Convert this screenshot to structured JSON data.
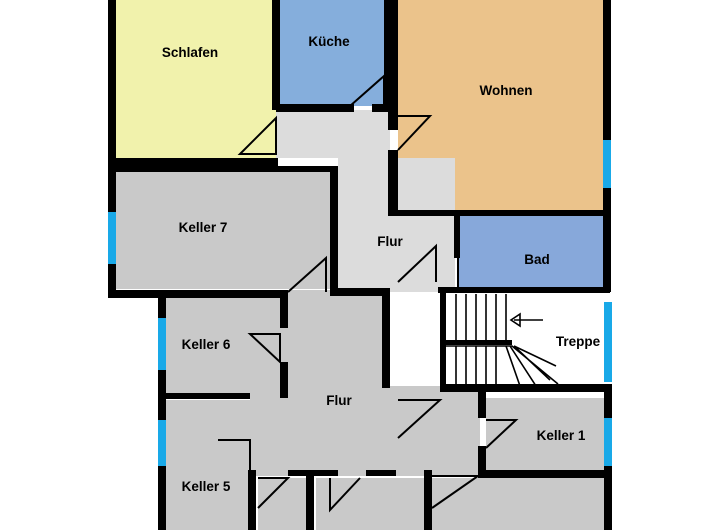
{
  "floorplan": {
    "colors": {
      "wall": "#000000",
      "window": "#19a9e8",
      "schlafen": "#f1f2ac",
      "kueche": "#85aedc",
      "wohnen": "#ebc38b",
      "bad": "#87a8da",
      "flur_oben": "#dcdcdc",
      "keller": "#c9c9c9",
      "treppe": "#ffffff"
    },
    "rooms": {
      "schlafen": "Schlafen",
      "kueche": "Küche",
      "wohnen": "Wohnen",
      "keller7": "Keller 7",
      "flur_oben": "Flur",
      "bad": "Bad",
      "treppe": "Treppe",
      "keller6": "Keller 6",
      "flur_unten": "Flur",
      "keller1": "Keller 1",
      "keller5": "Keller 5"
    },
    "icons": {
      "stair_direction": "arrow-left-icon"
    }
  }
}
